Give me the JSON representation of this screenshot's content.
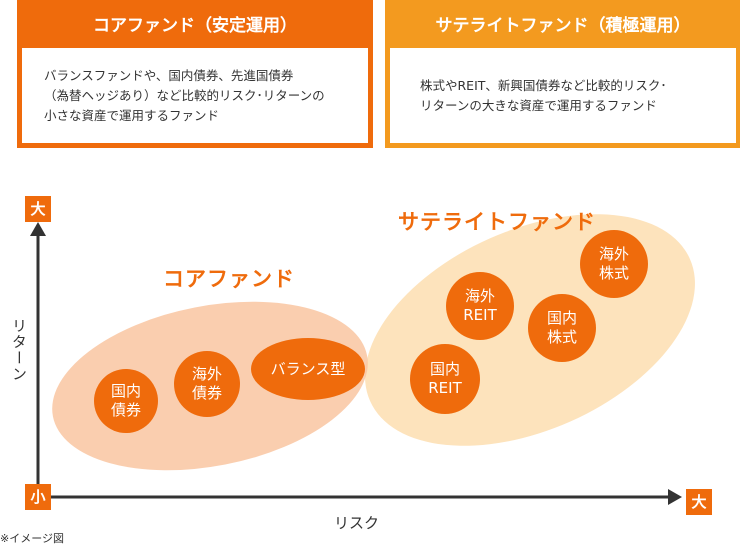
{
  "core_box": {
    "title": "コアファンド（安定運用）",
    "lines": [
      "バランスファンドや、国内債券、先進国債券",
      "（為替ヘッジあり）など比較的リスク･リターンの",
      "小さな資産で運用するファンド"
    ]
  },
  "satellite_box": {
    "title": "サテライトファンド（積極運用）",
    "lines": [
      "株式やREIT、新興国債券など比較的リスク･",
      "リターンの大きな資産で運用するファンド"
    ]
  },
  "axes": {
    "y_top": "大",
    "origin": "小",
    "x_right": "大",
    "y_label": "リターン",
    "x_label": "リスク"
  },
  "groups": {
    "core_title": "コアファンド",
    "satellite_title": "サテライトファンド"
  },
  "core_funds": [
    {
      "line1": "国内",
      "line2": "債券"
    },
    {
      "line1": "海外",
      "line2": "債券"
    },
    {
      "line1": "バランス型",
      "line2": ""
    }
  ],
  "satellite_funds": [
    {
      "line1": "国内",
      "line2": "REIT"
    },
    {
      "line1": "海外",
      "line2": "REIT"
    },
    {
      "line1": "国内",
      "line2": "株式"
    },
    {
      "line1": "海外",
      "line2": "株式"
    }
  ],
  "note": "※イメージ図",
  "colors": {
    "core_accent": "#ef6b0c",
    "satellite_accent": "#f39a1f",
    "core_area": "#f9c6a1",
    "satellite_area": "#fde3bc",
    "axis": "#333333"
  }
}
